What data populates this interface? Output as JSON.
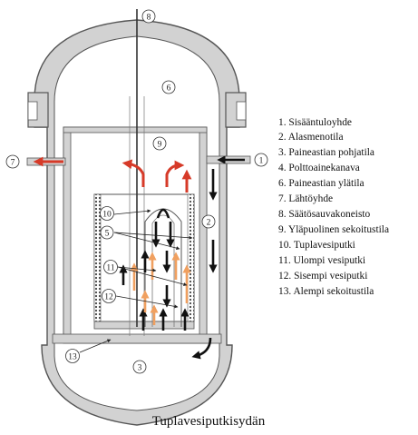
{
  "legend": [
    "1. Sisääntuloyhde",
    "2. Alasmenotila",
    "3. Paineastian pohjatila",
    "4. Polttoainekanava",
    "6. Paineastian ylätila",
    "7. Lähtöyhde",
    "8. Säätösauvakoneisto",
    "9. Yläpuolinen sekoitustila",
    "10. Tuplavesiputki",
    "11. Ulompi vesiputki",
    "12. Sisempi vesiputki",
    "13. Alempi sekoitustila"
  ],
  "callouts": {
    "c1": "1",
    "c2": "2",
    "c3": "3",
    "c5": "5",
    "c6": "6",
    "c7": "7",
    "c8": "8",
    "c9": "9",
    "c10": "10",
    "c11": "11",
    "c12": "12",
    "c13": "13"
  },
  "caption": "Tuplavesiputkisydän",
  "colors": {
    "vessel_fill": "#d2d2d2",
    "vessel_stroke": "#555555",
    "hot_arrow": "#d63a28",
    "cool_arrow": "#111111",
    "moderate_arrow": "#f0a060"
  }
}
